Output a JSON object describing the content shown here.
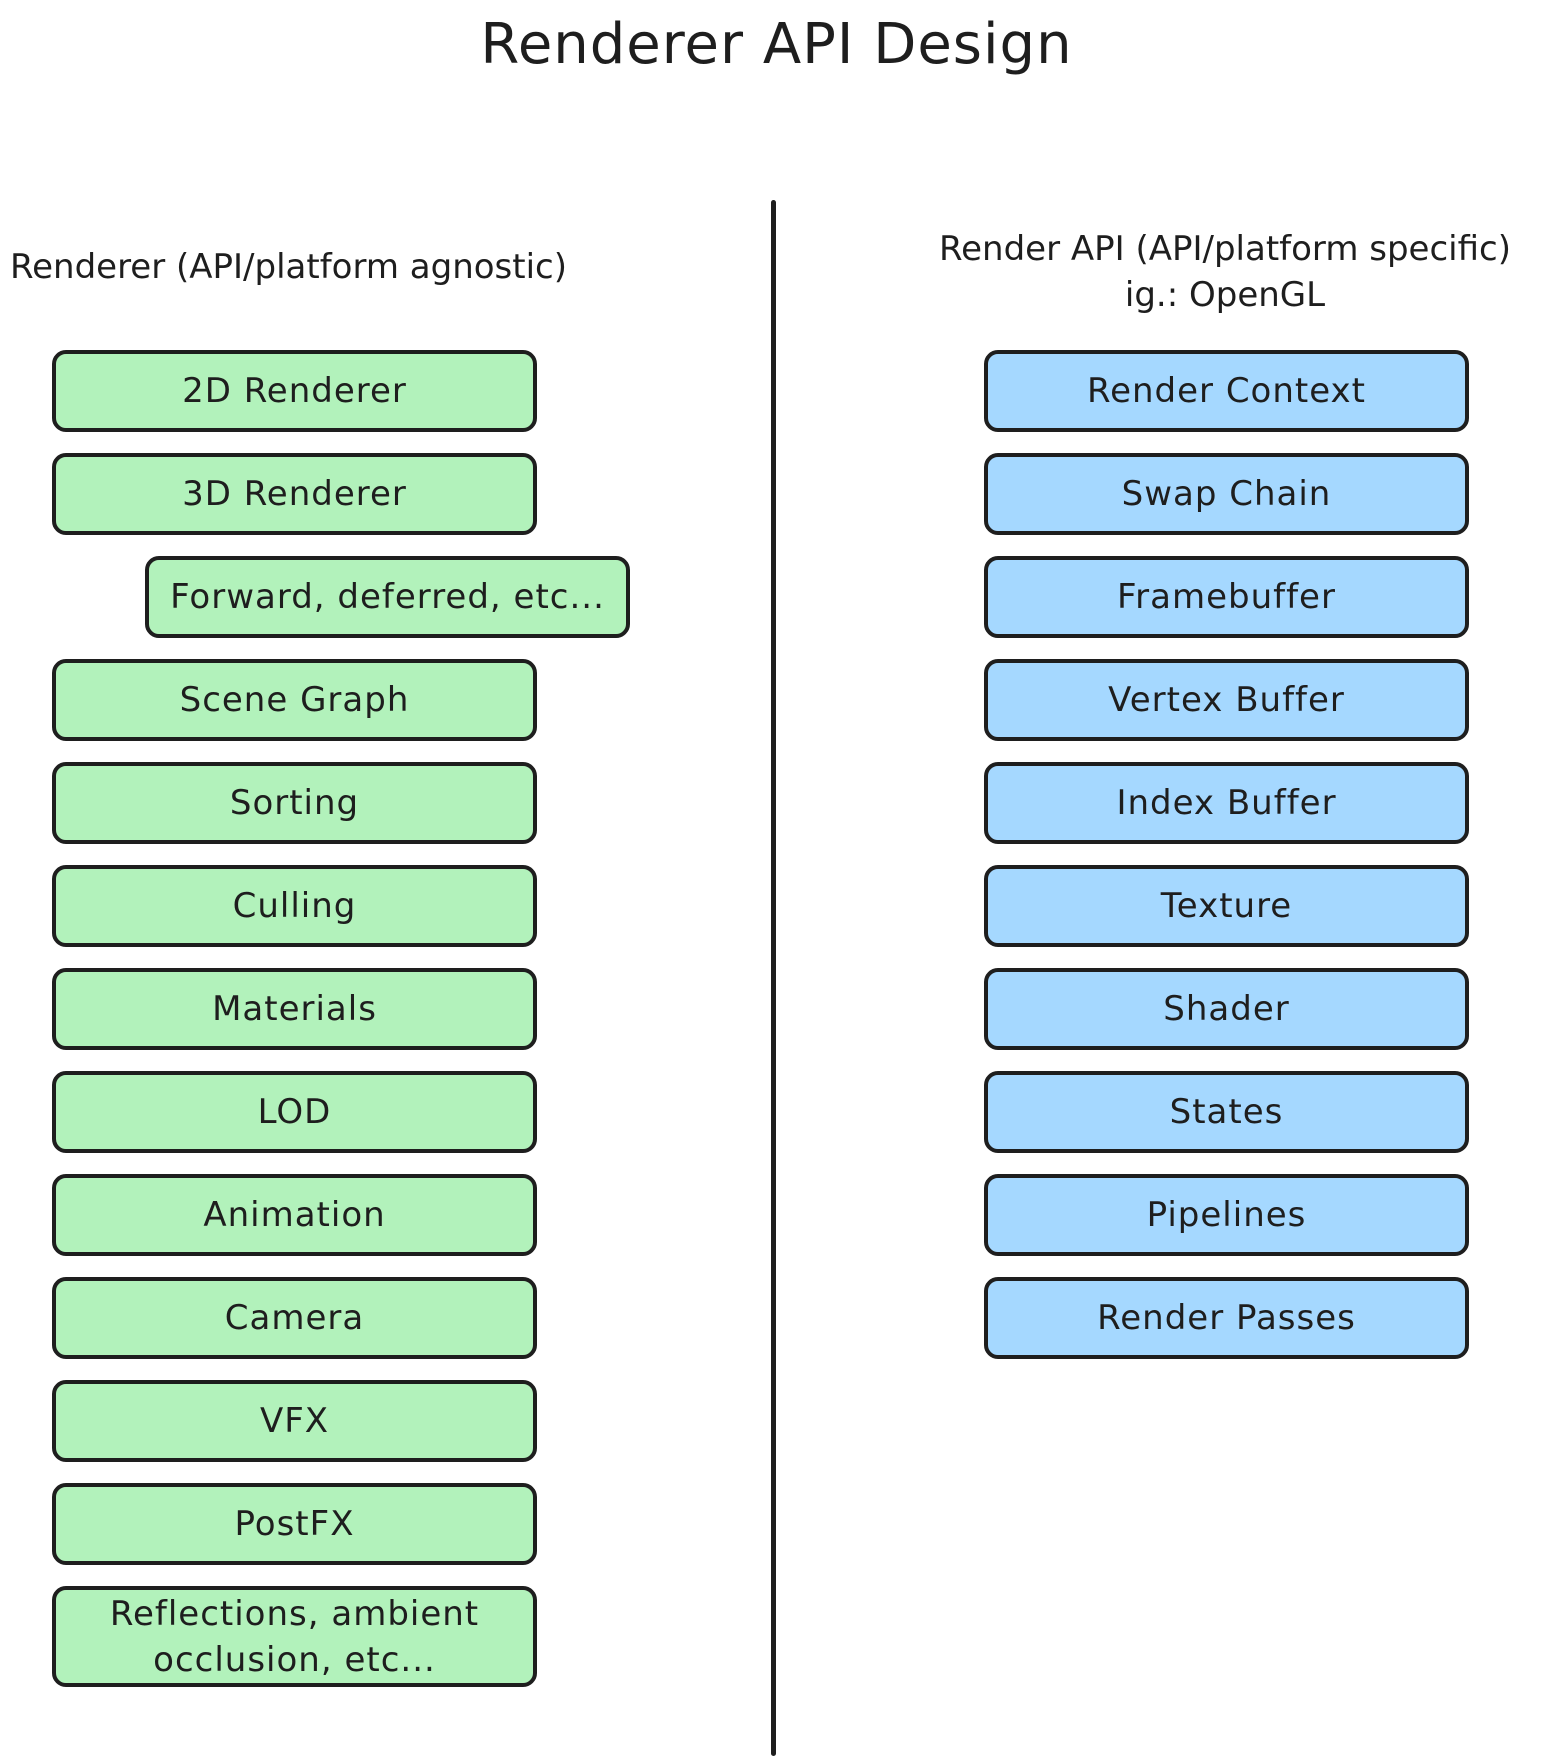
{
  "title": "Renderer API Design",
  "left_column": {
    "heading": "Renderer (API/platform agnostic)",
    "items": [
      "2D Renderer",
      "3D Renderer",
      "Forward, deferred, etc...",
      "Scene Graph",
      "Sorting",
      "Culling",
      "Materials",
      "LOD",
      "Animation",
      "Camera",
      "VFX",
      "PostFX",
      "Reflections, ambient occlusion, etc..."
    ],
    "color": "#b2f2bb"
  },
  "right_column": {
    "heading_line1": "Render API (API/platform specific)",
    "heading_line2": "ig.: OpenGL",
    "items": [
      "Render Context",
      "Swap Chain",
      "Framebuffer",
      "Vertex Buffer",
      "Index Buffer",
      "Texture",
      "Shader",
      "States",
      "Pipelines",
      "Render Passes"
    ],
    "color": "#a5d8ff"
  }
}
